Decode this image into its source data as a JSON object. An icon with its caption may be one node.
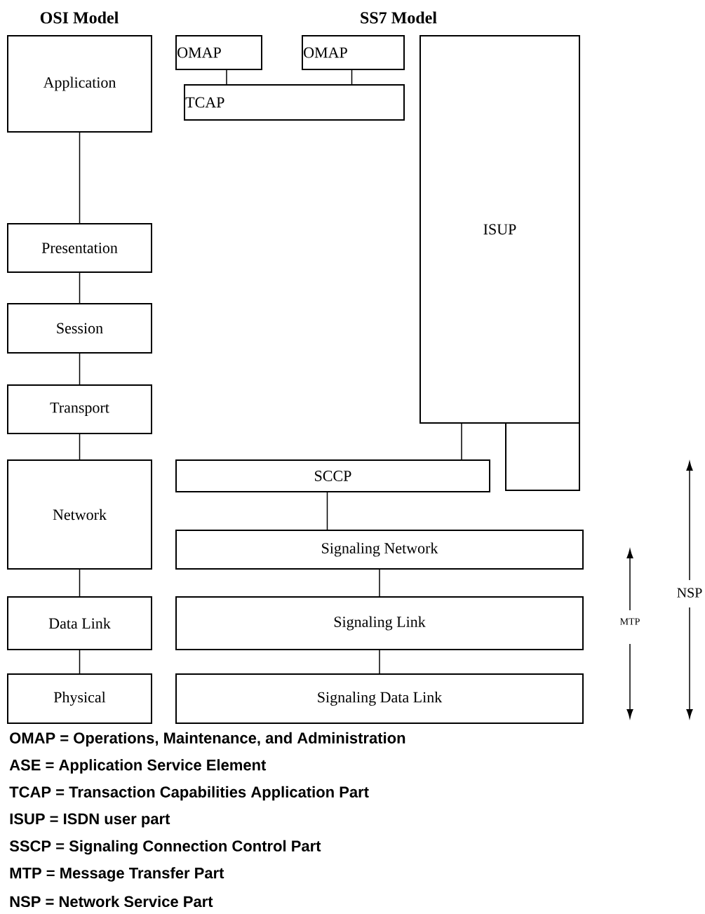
{
  "diagram": {
    "nodes": [
      {
        "text": [
          "Application"
        ]
      },
      {
        "text": [
          "Presentation"
        ]
      },
      {
        "text": [
          "Session"
        ]
      },
      {
        "text": [
          "Transport"
        ]
      },
      {
        "text": [
          "Network"
        ]
      },
      {
        "text": [
          "Data Link"
        ]
      },
      {
        "text": [
          "Physical"
        ]
      },
      {
        "text": [
          "OMAP"
        ]
      },
      {
        "text": [
          "OMAP"
        ]
      },
      {
        "text": [
          "TCAP"
        ]
      },
      {
        "text": [
          "ISUP"
        ]
      },
      {
        "text": [],
        "shape": "box"
      },
      {
        "text": [
          "SCCP"
        ]
      },
      {
        "text": [
          "Signaling Network"
        ]
      },
      {
        "text": [
          "Signaling Link"
        ]
      },
      {
        "text": [
          "Signaling Data Link"
        ]
      }
    ],
    "edges": [
      {
        "from": 0,
        "to": 1,
        "arrow": "none"
      },
      {
        "from": 1,
        "to": 2,
        "arrow": "none"
      },
      {
        "from": 2,
        "to": 3,
        "arrow": "none"
      },
      {
        "from": 3,
        "to": 4,
        "arrow": "none"
      },
      {
        "from": 4,
        "to": 5,
        "arrow": "none"
      },
      {
        "from": 5,
        "to": 6,
        "arrow": "none"
      },
      {
        "from": 7,
        "to": 9,
        "arrow": "none"
      },
      {
        "from": 8,
        "to": 9,
        "arrow": "none"
      },
      {
        "from": 10,
        "to": 12,
        "arrow": "none"
      },
      {
        "from": 12,
        "to": 13,
        "arrow": "none"
      },
      {
        "from": 13,
        "to": 14,
        "arrow": "none"
      },
      {
        "from": 14,
        "to": 15,
        "arrow": "none"
      }
    ],
    "labels": [
      "OSI Model",
      "SS7 Model",
      "NSP",
      "MTP",
      "OMAP = Operations, Maintenance, and Administration",
      "ASE = Application Service Element",
      "TCAP = Transaction Capabilities Application Part",
      "ISUP = ISDN user part",
      "SSCP = Signaling Connection Control Part",
      "MTP = Message Transfer Part",
      "NSP = Network Service Part"
    ]
  }
}
